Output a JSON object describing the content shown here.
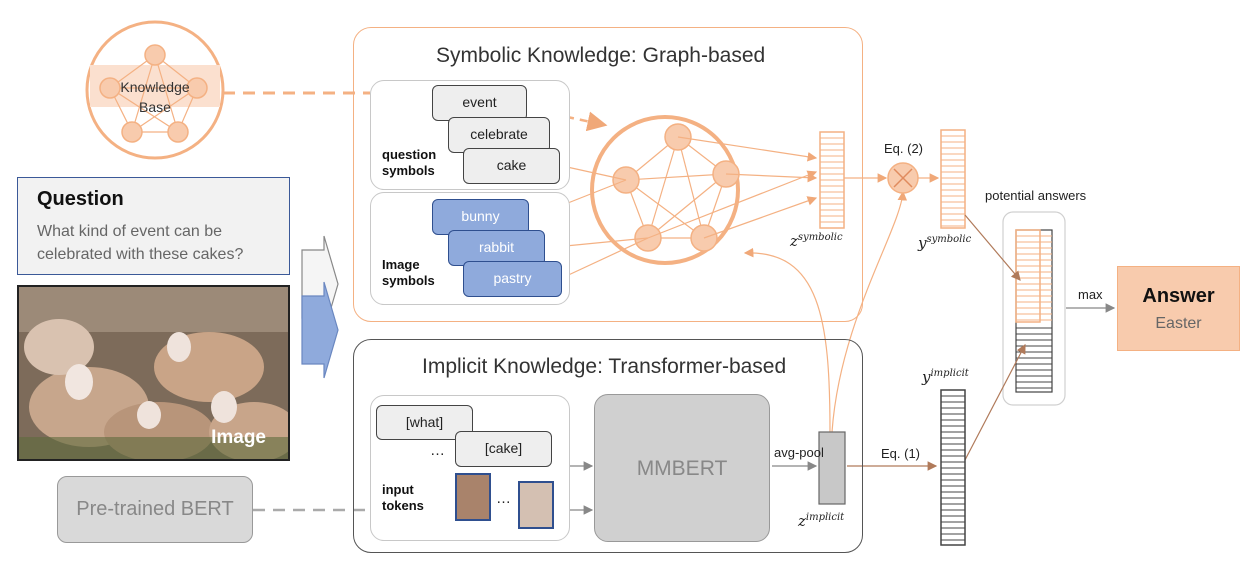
{
  "knowledge_base": {
    "label_line1": "Knowledge",
    "label_line2": "Base"
  },
  "question": {
    "heading": "Question",
    "text_line1": "What kind of event can be",
    "text_line2": "celebrated with these cakes?"
  },
  "image": {
    "label": "Image"
  },
  "pretrained": {
    "label": "Pre-trained BERT"
  },
  "symbolic": {
    "title": "Symbolic Knowledge: Graph-based",
    "question_symbols": {
      "label_line1": "question",
      "label_line2": "symbols",
      "items": [
        "event",
        "celebrate",
        "cake"
      ]
    },
    "image_symbols": {
      "label_line1": "Image",
      "label_line2": "symbols",
      "items": [
        "bunny",
        "rabbit",
        "pastry"
      ]
    },
    "z_label": "z",
    "z_sup": "symbolic"
  },
  "implicit": {
    "title": "Implicit Knowledge: Transformer-based",
    "tokens": [
      "[what]",
      "[cake]"
    ],
    "ellipsis": "…",
    "input_label_line1": "input",
    "input_label_line2": "tokens",
    "mmbert": "MMBERT",
    "avg_pool": "avg-pool",
    "z_label": "z",
    "z_sup": "implicit"
  },
  "fusion": {
    "eq2": "Eq. (2)",
    "eq1": "Eq. (1)",
    "y_sym_label": "y",
    "y_sym_sup": "symbolic",
    "y_imp_label": "y",
    "y_imp_sup": "implicit",
    "potential_answers": "potential answers",
    "max": "max"
  },
  "answer": {
    "heading": "Answer",
    "value": "Easter"
  },
  "colors": {
    "orange": "#f4b183",
    "orange_line": "#f0a878",
    "blue_fill": "#8faadc",
    "grey_box": "#c8c8c8",
    "answer_fill": "#f8cbad"
  }
}
